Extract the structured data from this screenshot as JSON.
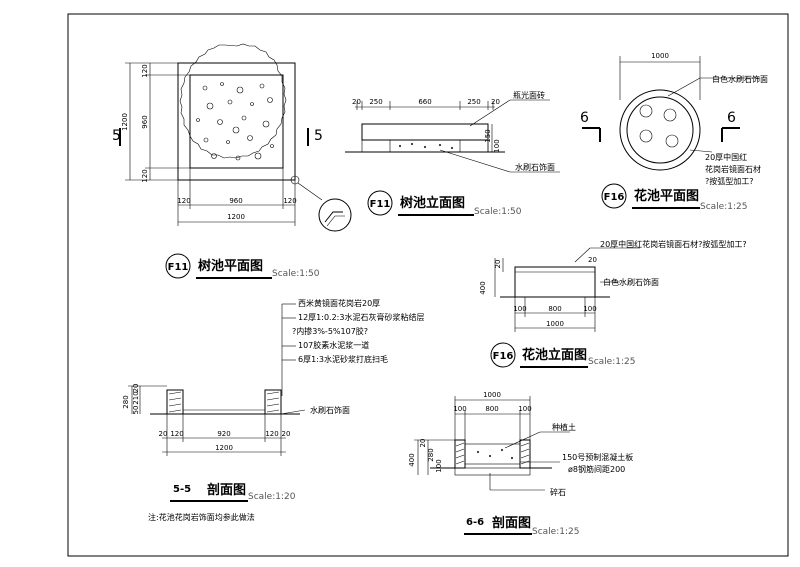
{
  "tree_pit_plan": {
    "badge": "F11",
    "title": "树池平面图",
    "scale": "Scale:1:50",
    "dims": {
      "d1200": "1200",
      "d960": "960",
      "d120": "120",
      "d120b": "120",
      "d960v": "960",
      "d1200v": "1200",
      "d120v": "120",
      "d120vb": "120"
    },
    "section_mark": "5"
  },
  "tree_pit_elev": {
    "badge": "F11",
    "title": "树池立面图",
    "scale": "Scale:1:50",
    "dims": {
      "d20": "20",
      "d250": "250",
      "d660": "660",
      "d250b": "250",
      "d20b": "20",
      "d150": "150",
      "d100": "100"
    },
    "notes": {
      "top": "瓶光面砖",
      "bottom": "水刷石饰面"
    }
  },
  "flower_pool_plan": {
    "badge": "F16",
    "title": "花池平面图",
    "scale": "Scale:1:25",
    "dims": {
      "d1000": "1000"
    },
    "notes": {
      "top": "白色水刷石饰面",
      "bottom1": "20厚中国红",
      "bottom2": "花岗岩镜面石材",
      "bottom3": "?按弧型加工?"
    },
    "section_mark": "6"
  },
  "flower_pool_elev": {
    "badge": "F16",
    "title": "花池立面图",
    "scale": "Scale:1:25",
    "dims": {
      "d20": "20",
      "d400": "400",
      "d20t": "20",
      "d100": "100",
      "d800": "800",
      "d100b": "100",
      "d1000": "1000"
    },
    "notes": {
      "top": "20厚中国红花岗岩镜面石材?按弧型加工?",
      "mid": "白色水刷石饰面"
    }
  },
  "section_5": {
    "badge": "5-5",
    "title": "剖面图",
    "scale": "Scale:1:20",
    "notes": [
      "西米黄镜面花岗岩20厚",
      "12厚1:0.2:3水泥石灰膏砂浆粘结层",
      "?内掺3%-5%107胶?",
      "107胶素水泥浆一道",
      "6厚1:3水泥砂浆打底扫毛"
    ],
    "side_note": "水刷石饰面",
    "dims": {
      "d20": "20",
      "d120": "120",
      "d920": "920",
      "d120b": "120",
      "d20b": "20",
      "d1200": "1200",
      "d280": "280",
      "d20v": "20",
      "d50": "50",
      "d210": "210"
    },
    "footnote": "注:花池花岗岩饰面均参此做法"
  },
  "section_6": {
    "badge": "6-6",
    "title": "剖面图",
    "scale": "Scale:1:25",
    "notes": {
      "soil": "种植土",
      "slab1": "150号预制混凝土板",
      "slab2": "ø8钢筋间距200",
      "gravel": "碎石"
    },
    "dims": {
      "d1000": "1000",
      "d100": "100",
      "d800": "800",
      "d100b": "100",
      "d400": "400",
      "d20": "20",
      "d280": "280",
      "d100v": "100"
    }
  }
}
